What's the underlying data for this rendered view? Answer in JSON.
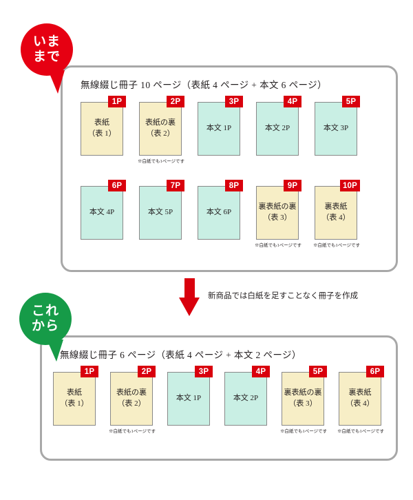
{
  "bubbles": {
    "before": {
      "line1": "いま",
      "line2": "まで",
      "color": "#e60012"
    },
    "after": {
      "line1": "これ",
      "line2": "から",
      "color": "#169b48"
    }
  },
  "transition": {
    "caption": "新商品では白紙を足すことなく冊子を作成",
    "arrow_color": "#d9000d"
  },
  "note_text": "※白紙でも1ページです",
  "colors": {
    "cover_fill": "#f7eec6",
    "body_fill": "#c9efe4",
    "tab_red": "#d9000d",
    "panel_border": "#a8a8a8"
  },
  "before_section": {
    "title": "無線綴じ冊子 10 ページ（表紙 4 ページ + 本文 6 ページ）",
    "rows": [
      [
        {
          "tab": "1P",
          "line1": "表紙",
          "line2": "（表 1）",
          "kind": "cover",
          "note": false
        },
        {
          "tab": "2P",
          "line1": "表紙の裏",
          "line2": "（表 2）",
          "kind": "cover",
          "note": true
        },
        {
          "tab": "3P",
          "line1": "本文 1P",
          "line2": "",
          "kind": "body",
          "note": false
        },
        {
          "tab": "4P",
          "line1": "本文 2P",
          "line2": "",
          "kind": "body",
          "note": false
        },
        {
          "tab": "5P",
          "line1": "本文 3P",
          "line2": "",
          "kind": "body",
          "note": false
        }
      ],
      [
        {
          "tab": "6P",
          "line1": "本文 4P",
          "line2": "",
          "kind": "body",
          "note": false
        },
        {
          "tab": "7P",
          "line1": "本文 5P",
          "line2": "",
          "kind": "body",
          "note": false
        },
        {
          "tab": "8P",
          "line1": "本文 6P",
          "line2": "",
          "kind": "body",
          "note": false
        },
        {
          "tab": "9P",
          "line1": "裏表紙の裏",
          "line2": "（表 3）",
          "kind": "cover",
          "note": true
        },
        {
          "tab": "10P",
          "line1": "裏表紙",
          "line2": "（表 4）",
          "kind": "cover",
          "note": true
        }
      ]
    ]
  },
  "after_section": {
    "title": "無線綴じ冊子 6 ページ（表紙 4 ページ + 本文 2 ページ）",
    "rows": [
      [
        {
          "tab": "1P",
          "line1": "表紙",
          "line2": "（表 1）",
          "kind": "cover",
          "note": false
        },
        {
          "tab": "2P",
          "line1": "表紙の裏",
          "line2": "（表 2）",
          "kind": "cover",
          "note": true
        },
        {
          "tab": "3P",
          "line1": "本文 1P",
          "line2": "",
          "kind": "body",
          "note": false
        },
        {
          "tab": "4P",
          "line1": "本文 2P",
          "line2": "",
          "kind": "body",
          "note": false
        },
        {
          "tab": "5P",
          "line1": "裏表紙の裏",
          "line2": "（表 3）",
          "kind": "cover",
          "note": true
        },
        {
          "tab": "6P",
          "line1": "裏表紙",
          "line2": "（表 4）",
          "kind": "cover",
          "note": true
        }
      ]
    ]
  }
}
